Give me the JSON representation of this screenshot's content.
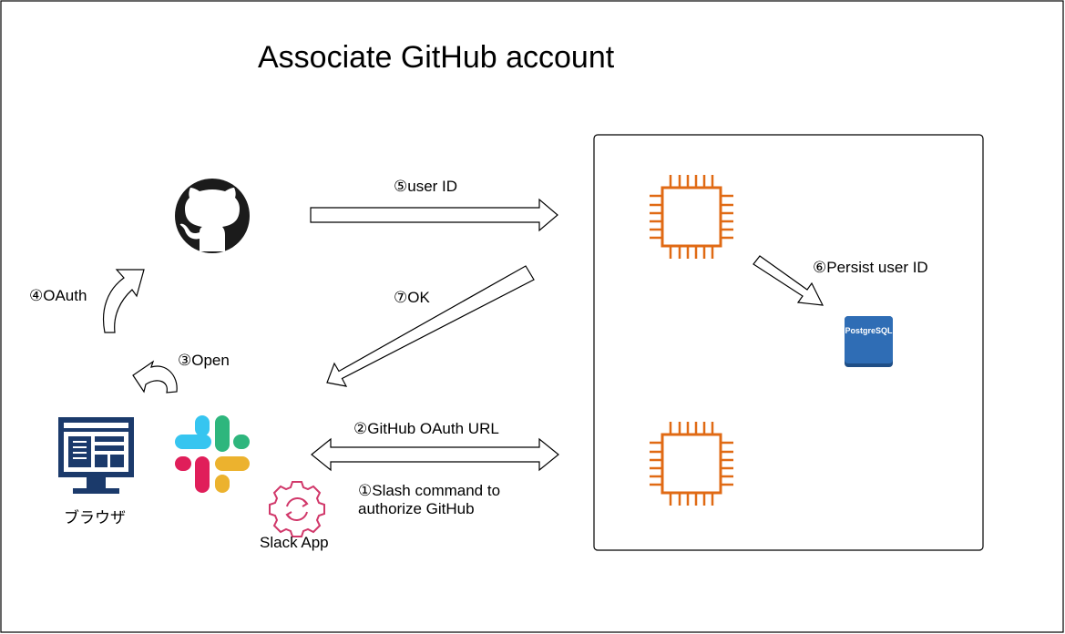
{
  "title": "Associate GitHub account",
  "labels": {
    "user_id": "⑤user ID",
    "ok": "⑦OK",
    "persist": "⑥Persist user ID",
    "oauth": "④OAuth",
    "open": "③Open",
    "github_oauth_url": "②GitHub OAuth URL",
    "slash_line1": "①Slash command to",
    "slash_line2": "authorize GitHub",
    "browser": "ブラウザ",
    "slack_app": "Slack App",
    "postgres": "PostgreSQL"
  },
  "icons": {
    "github": "github-icon",
    "browser": "browser-monitor-icon",
    "slack": "slack-icon",
    "slack_app": "slack-app-gear-icon",
    "ec2_top": "aws-ec2-chip-icon",
    "ec2_bottom": "aws-ec2-chip-icon",
    "postgres": "postgresql-icon"
  },
  "colors": {
    "ec2": "#E06A14",
    "postgres": "#2F6DB5",
    "slack_app": "#D1386A",
    "slack_blue": "#36C5F0",
    "slack_green": "#2EB67D",
    "slack_red": "#E01E5A",
    "slack_yellow": "#ECB22E",
    "browser": "#1B3A6B"
  }
}
